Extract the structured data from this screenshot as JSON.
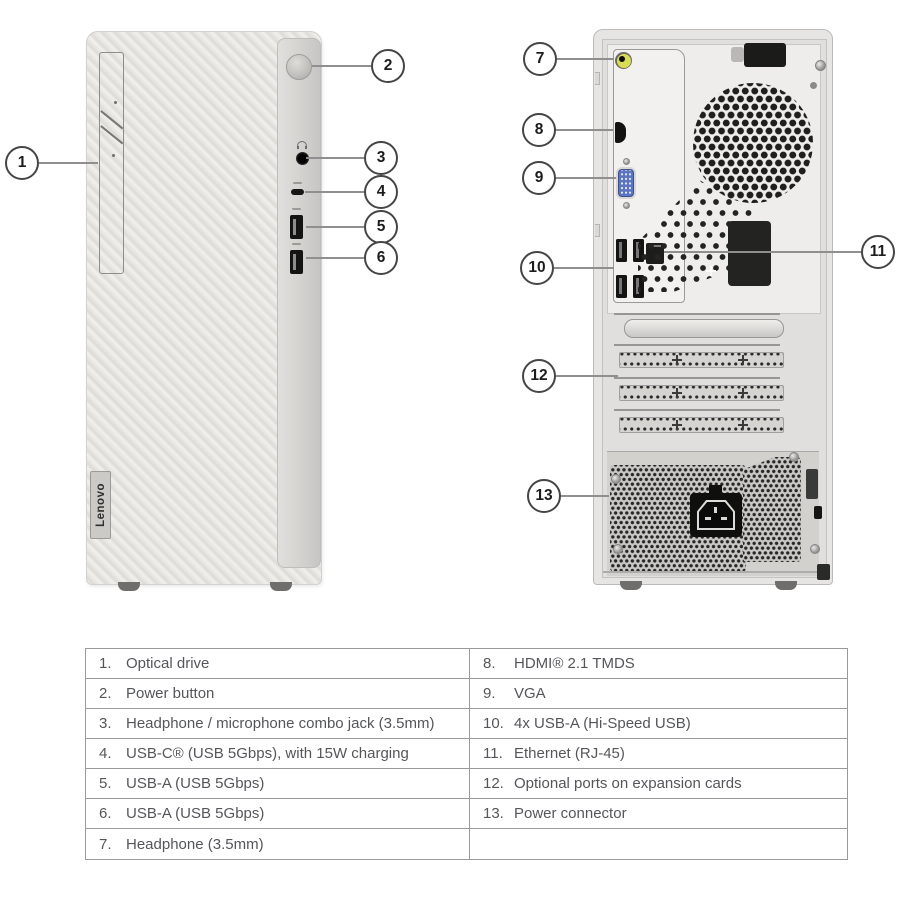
{
  "branding": {
    "logo": "Lenovo"
  },
  "callouts": [
    "1",
    "2",
    "3",
    "4",
    "5",
    "6",
    "7",
    "8",
    "9",
    "10",
    "11",
    "12",
    "13"
  ],
  "legend": {
    "left": [
      {
        "num": "1.",
        "label": "Optical drive"
      },
      {
        "num": "2.",
        "label": "Power button"
      },
      {
        "num": "3.",
        "label": "Headphone / microphone combo jack (3.5mm)"
      },
      {
        "num": "4.",
        "label": "USB-C® (USB 5Gbps), with 15W charging"
      },
      {
        "num": "5.",
        "label": "USB-A (USB 5Gbps)"
      },
      {
        "num": "6.",
        "label": "USB-A (USB 5Gbps)"
      },
      {
        "num": "7.",
        "label": "Headphone (3.5mm)"
      }
    ],
    "right": [
      {
        "num": "8.",
        "label": "HDMI® 2.1 TMDS"
      },
      {
        "num": "9.",
        "label": "VGA"
      },
      {
        "num": "10.",
        "label": "4x USB-A (Hi-Speed USB)"
      },
      {
        "num": "11.",
        "label": "Ethernet (RJ-45)"
      },
      {
        "num": "12.",
        "label": "Optional ports on expansion cards"
      },
      {
        "num": "13.",
        "label": "Power connector"
      },
      {
        "num": "",
        "label": ""
      }
    ]
  },
  "icons": {
    "front_audio_label": "headphone-icon"
  },
  "colors": {
    "vga_port_blue": "#5b74bf",
    "rear_audio_jack_yellow": "#d9dd55",
    "callout_outline": "#454545",
    "table_border": "#9a9a9a",
    "text_gray": "#55565a"
  }
}
